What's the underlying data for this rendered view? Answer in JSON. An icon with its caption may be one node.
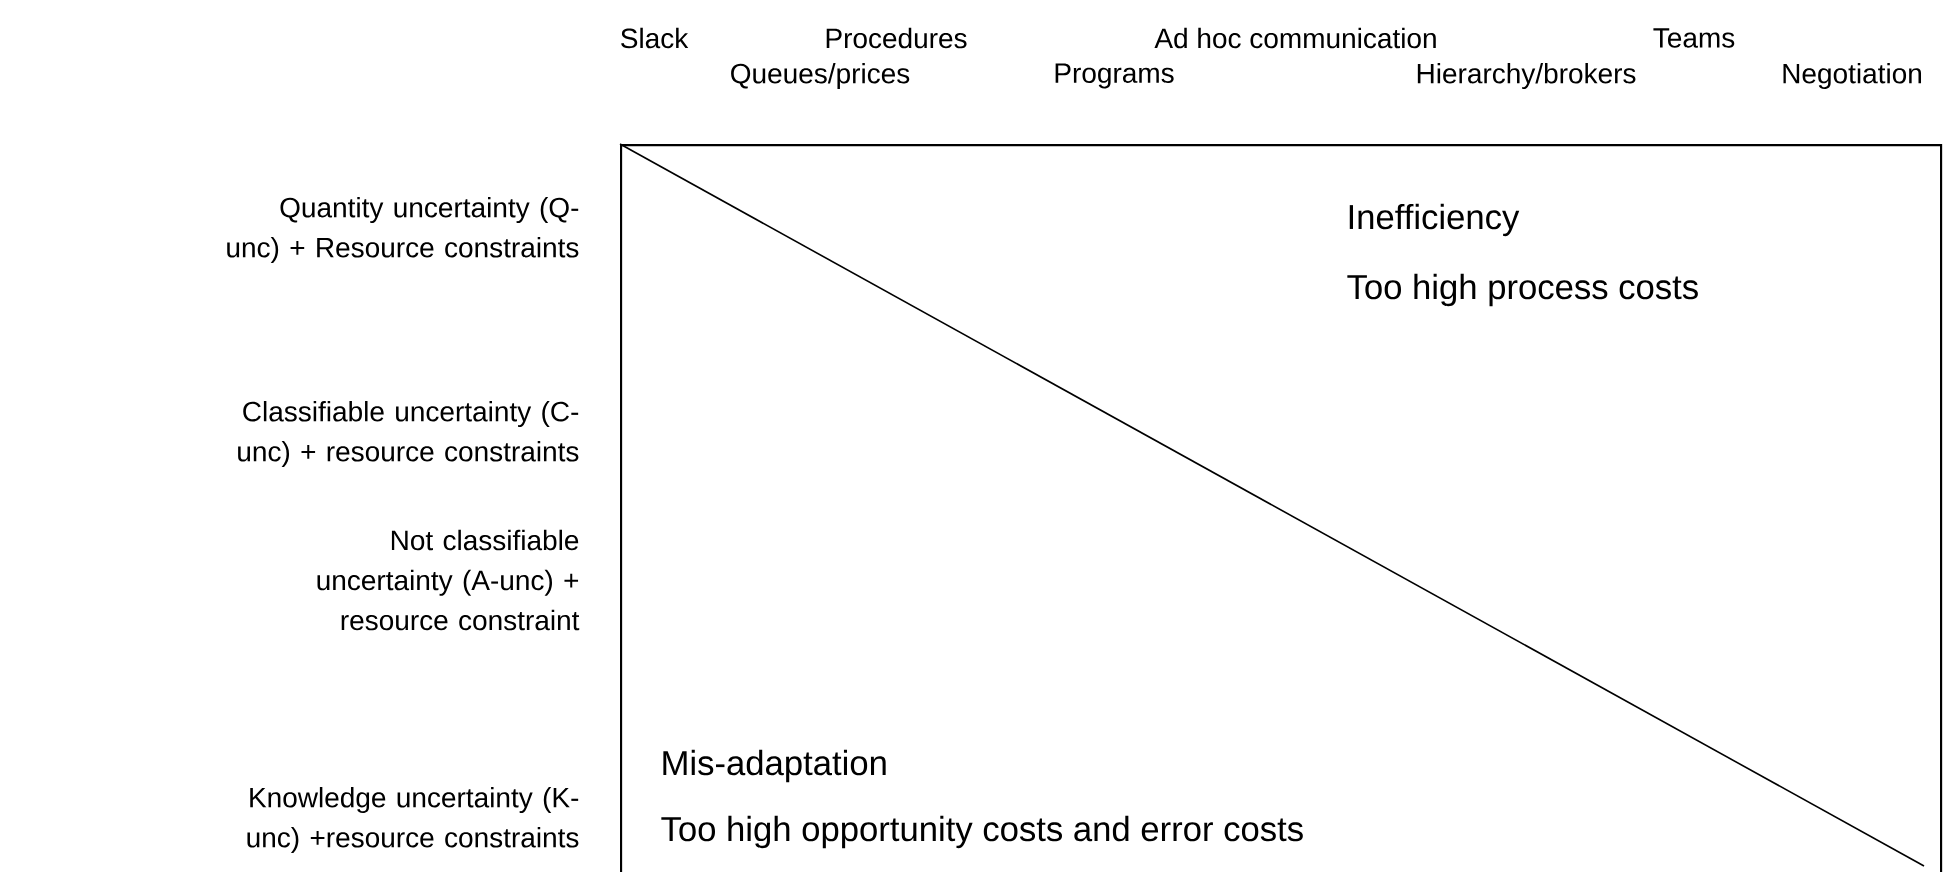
{
  "diagram": {
    "nodes": [
      {
        "text": [
          "Inefficiency",
          "Too high process costs",
          "Mis-adaptation",
          "Too high opportunity costs and error costs"
        ]
      }
    ],
    "labels": [
      "Slack",
      "Procedures",
      "Ad hoc communication",
      "Teams",
      "Queues/prices",
      "Programs",
      "Hierarchy/brokers",
      "Negotiation",
      "Quantity uncertainty (Q-unc) + Resource constraints",
      "Classifiable uncertainty (C-unc) + resource constraints",
      "Not classifiable uncertainty (A-unc) + resource constraint",
      "Knowledge uncertainty (K-unc) +resource constraints"
    ]
  }
}
